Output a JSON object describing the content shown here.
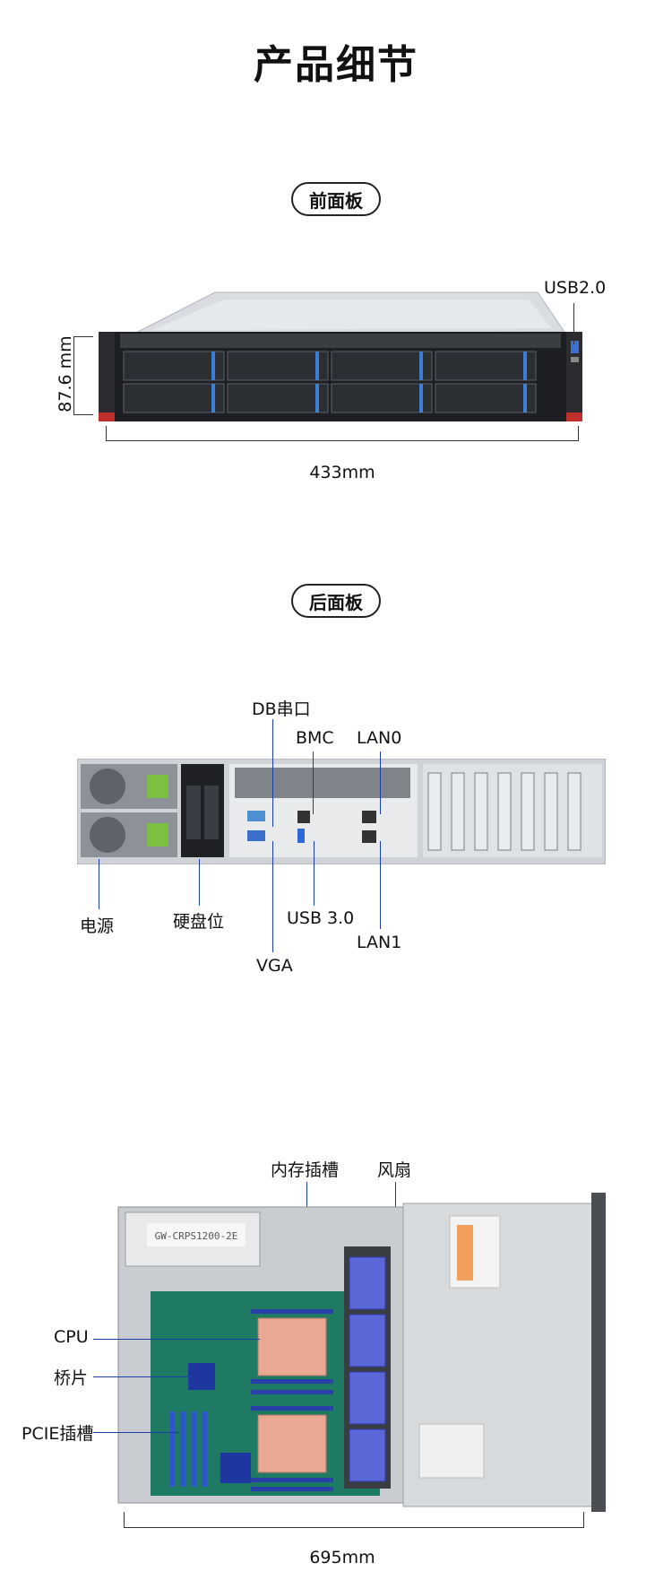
{
  "page_title": "产品细节",
  "front": {
    "badge": "前面板",
    "usb_label": "USB2.0",
    "height_label": "87.6 mm",
    "width_label": "433mm"
  },
  "rear": {
    "badge": "后面板",
    "labels": {
      "db_serial": "DB串口",
      "bmc": "BMC",
      "lan0": "LAN0",
      "power": "电源",
      "drive_bay": "硬盘位",
      "usb3": "USB 3.0",
      "lan1": "LAN1",
      "vga": "VGA"
    }
  },
  "inside": {
    "labels": {
      "memory_slot": "内存插槽",
      "fan": "风扇",
      "cpu": "CPU",
      "bridge": "桥片",
      "pcie_slot": "PCIE插槽"
    },
    "depth_label": "695mm",
    "psu_sticker": "GW-CRPS1200-2E"
  }
}
